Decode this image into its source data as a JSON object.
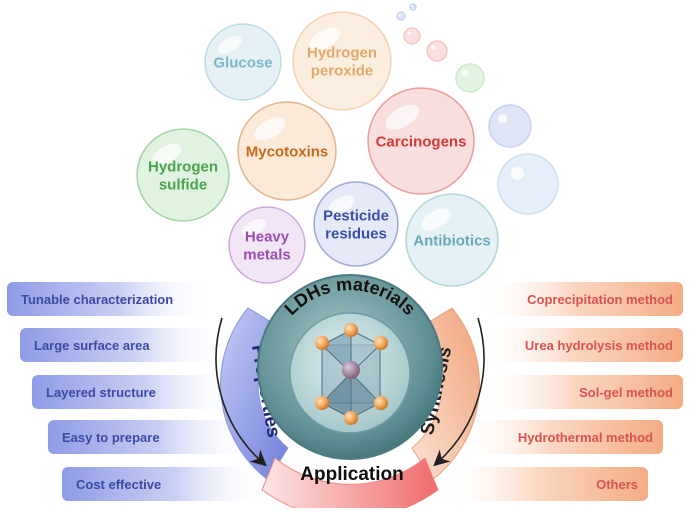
{
  "bubbles": [
    {
      "id": "glucose",
      "lines": [
        "Glucose"
      ],
      "color": "#7ab6c8",
      "fill": "#dcecf2"
    },
    {
      "id": "hydrogen-peroxide",
      "lines": [
        "Hydrogen",
        "peroxide"
      ],
      "color": "#e0a96b",
      "fill": "#fbe8d4"
    },
    {
      "id": "carcinogens",
      "lines": [
        "Carcinogens"
      ],
      "color": "#d23a3a",
      "fill": "#f7d3d3"
    },
    {
      "id": "mycotoxins",
      "lines": [
        "Mycotoxins"
      ],
      "color": "#c46a1c",
      "fill": "#fbe3cc"
    },
    {
      "id": "hydrogen-sulfide",
      "lines": [
        "Hydrogen",
        "sulfide"
      ],
      "color": "#4aa34e",
      "fill": "#d6eed6"
    },
    {
      "id": "pesticide-residues",
      "lines": [
        "Pesticide",
        "residues"
      ],
      "color": "#3b4fa8",
      "fill": "#dde2f5"
    },
    {
      "id": "heavy-metals",
      "lines": [
        "Heavy",
        "metals"
      ],
      "color": "#9a4fb0",
      "fill": "#ecdcf3"
    },
    {
      "id": "antibiotics",
      "lines": [
        "Antibiotics"
      ],
      "color": "#69a8b8",
      "fill": "#dcedf1"
    }
  ],
  "decor_bubble_colors": [
    "#c7d3ee",
    "#c7d3ee",
    "#f6c7c7",
    "#f6c7c7",
    "#c9e9c9",
    "#c7cfee",
    "#cfe0f4"
  ],
  "center": {
    "title": "LDHs materials",
    "ring_color": "#5f8f94",
    "core_color": "#b6d4d6"
  },
  "arcs": {
    "properties": {
      "label": "Properties",
      "color": "#7f8de0"
    },
    "synthesis": {
      "label": "Synthesis",
      "color": "#f0a77e"
    },
    "application": {
      "label": "Application",
      "color": "#f07b7b"
    }
  },
  "properties": {
    "color": "#3d4aa3",
    "items": [
      "Tunable characterization",
      "Large surface area",
      "Layered structure",
      "Easy to prepare",
      "Cost effective"
    ]
  },
  "synthesis": {
    "color": "#d9534f",
    "items": [
      "Coprecipitation method",
      "Urea hydrolysis method",
      "Sol-gel method",
      "Hydrothermal method",
      "Others"
    ]
  }
}
